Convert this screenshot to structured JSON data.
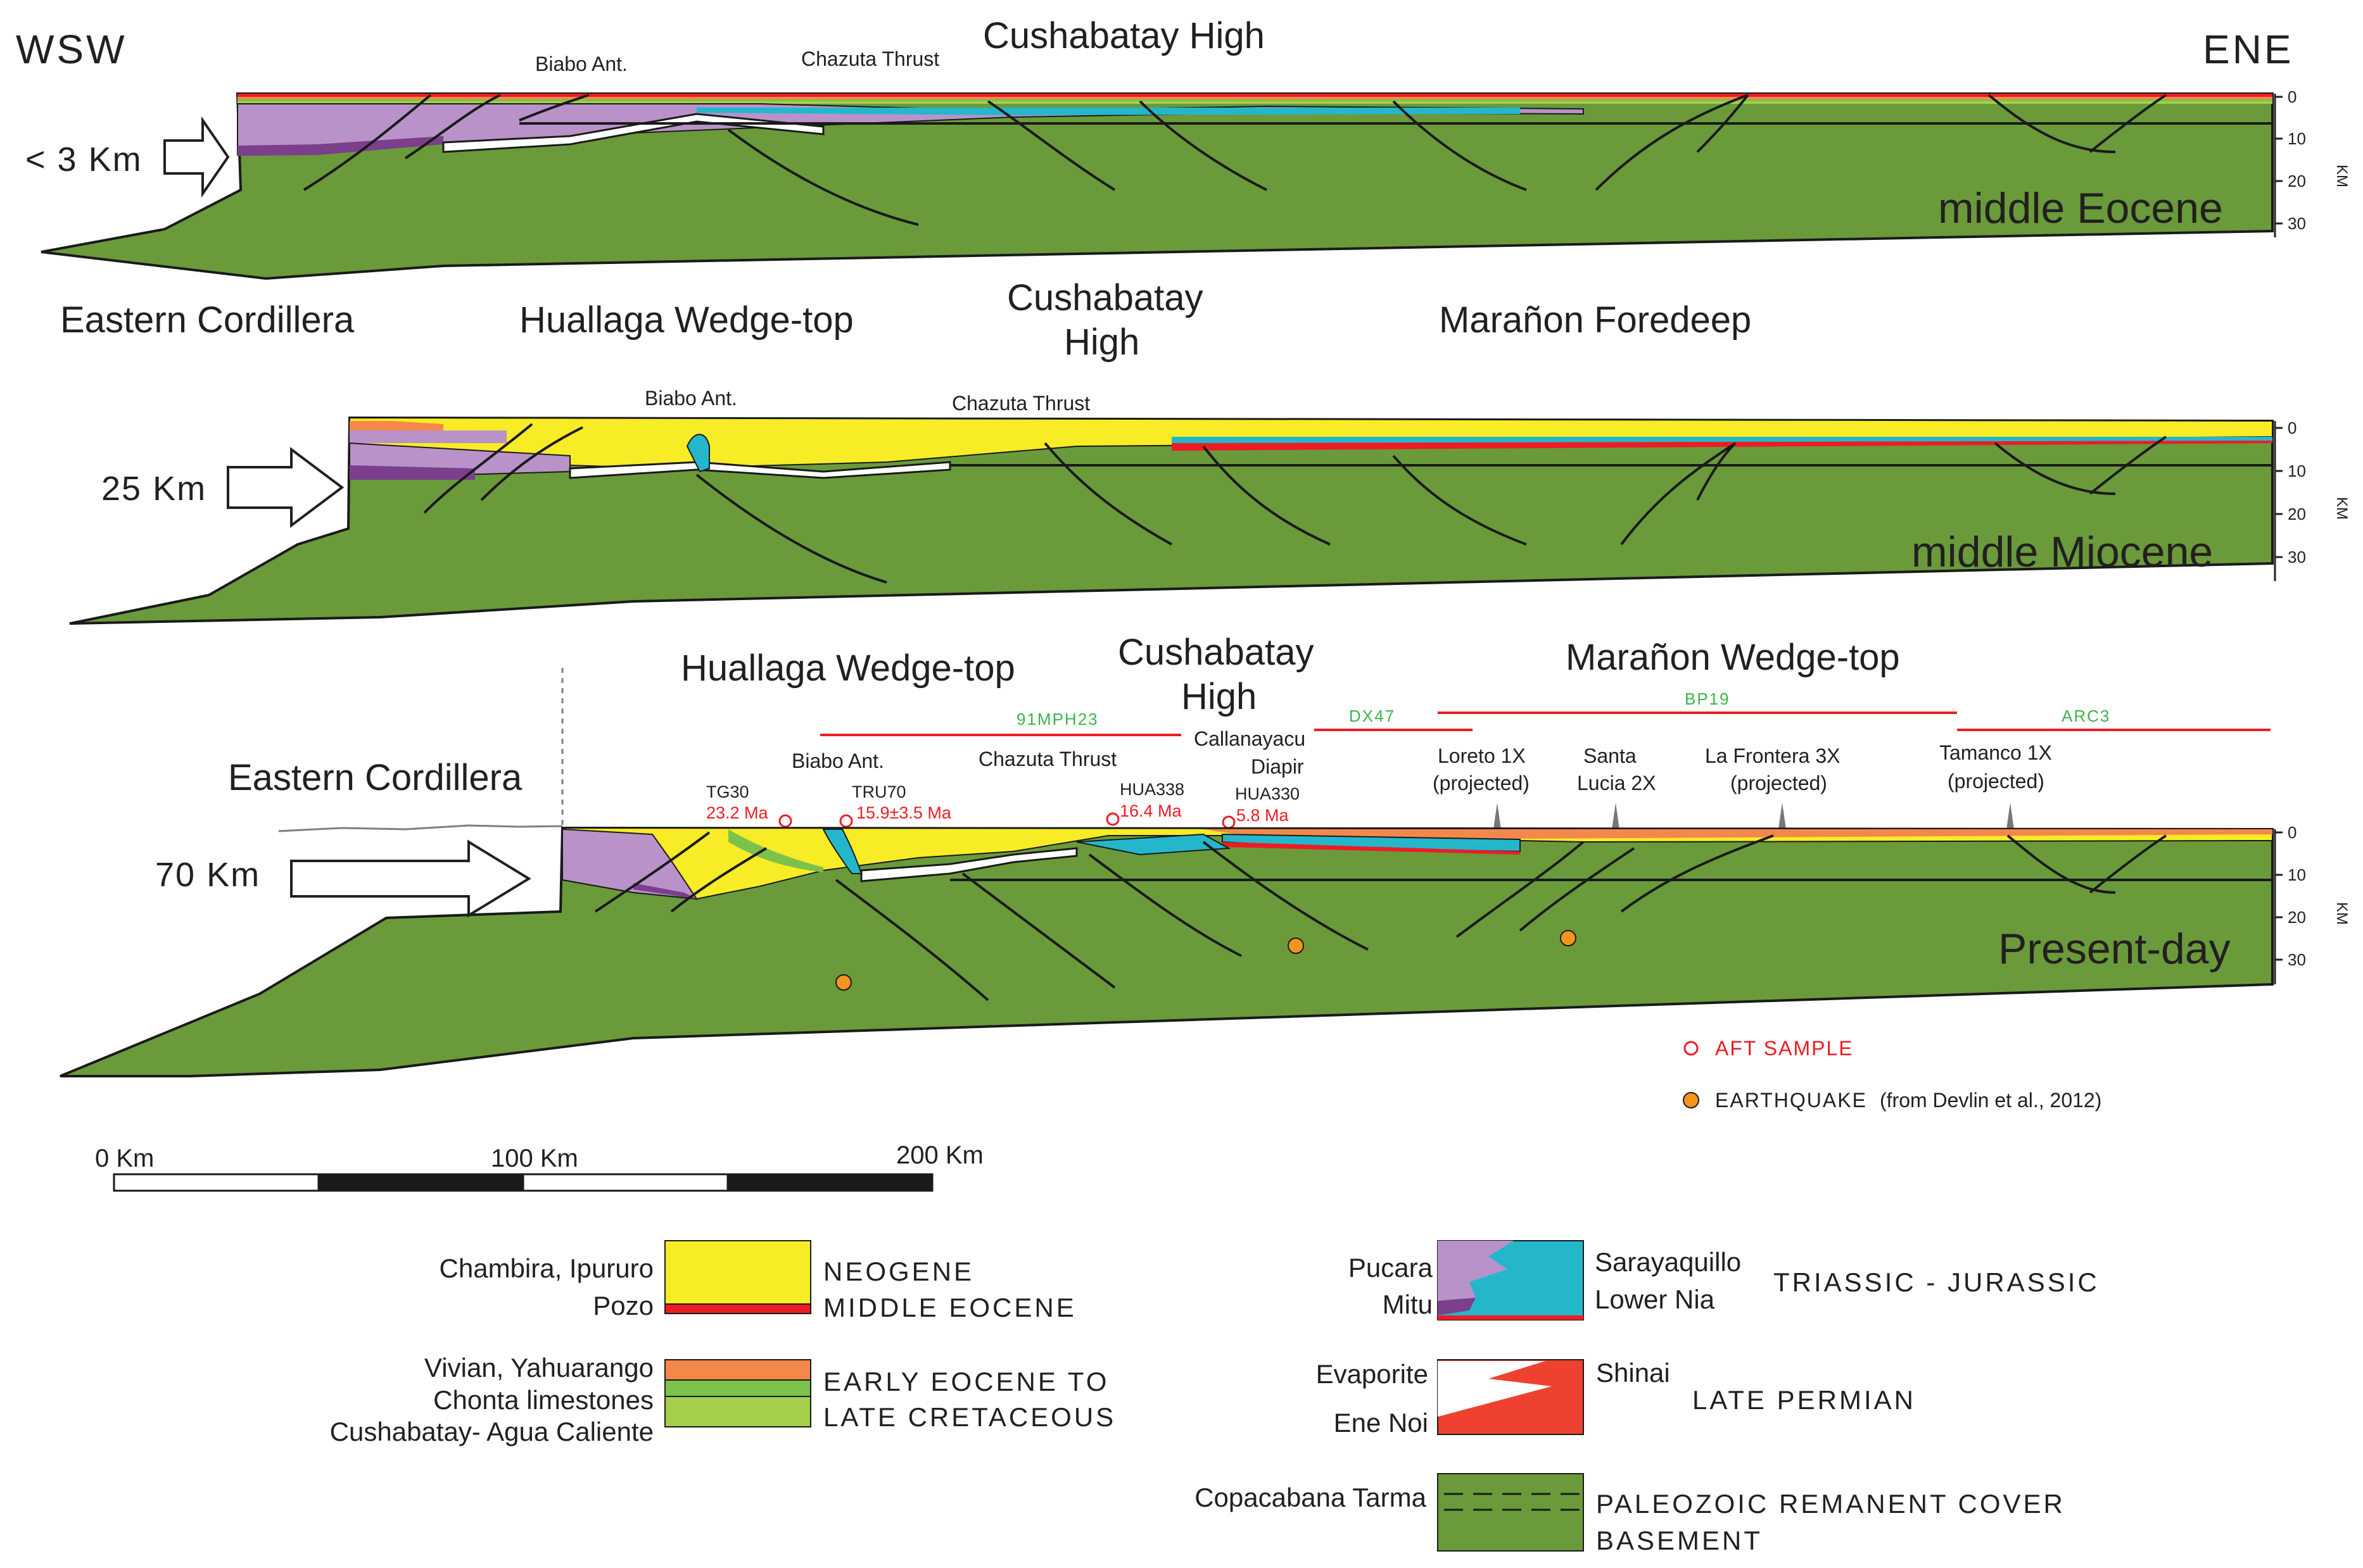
{
  "orientation": {
    "left": "WSW",
    "right": "ENE"
  },
  "depth_axis": {
    "ticks": [
      "0",
      "10",
      "20",
      "30"
    ],
    "unit": "KM"
  },
  "sections": [
    {
      "period": "middle Eocene",
      "shift": "< 3 Km",
      "features": [
        "Biabo Ant.",
        "Chazuta Thrust",
        "Cushabatay High"
      ]
    },
    {
      "period": "middle Miocene",
      "shift": "25 Km",
      "regions": [
        "Eastern Cordillera",
        "Huallaga Wedge-top",
        "Cushabatay",
        "High",
        "Marañon Foredeep"
      ],
      "features": [
        "Biabo Ant.",
        "Chazuta Thrust"
      ]
    },
    {
      "period": "Present-day",
      "shift": "70 Km",
      "regions": [
        "Eastern Cordillera",
        "Huallaga Wedge-top",
        "Cushabatay",
        "High",
        "Marañon Wedge-top"
      ],
      "profiles": [
        {
          "name": "91MPH23",
          "color": "#3cb54a"
        },
        {
          "name": "DX47",
          "color": "#3cb54a"
        },
        {
          "name": "BP19",
          "color": "#3cb54a"
        },
        {
          "name": "ARC3",
          "color": "#3cb54a"
        }
      ],
      "features": [
        "Biabo Ant.",
        "Chazuta Thrust",
        "Callanayacu",
        "Diapir"
      ],
      "wells": [
        "Loreto 1X",
        "(projected)",
        "Santa",
        "Lucia 2X",
        "La Frontera 3X",
        "(projected)",
        "Tamanco 1X",
        "(projected)"
      ],
      "samples": [
        {
          "id": "TG30",
          "age": "23.2 Ma"
        },
        {
          "id": "TRU70",
          "age": "15.9±3.5 Ma"
        },
        {
          "id": "HUA338",
          "age": "16.4 Ma"
        },
        {
          "id": "HUA330",
          "age": "5.8 Ma"
        }
      ]
    }
  ],
  "symbols": {
    "aft": "AFT SAMPLE",
    "earthquake": "EARTHQUAKE",
    "earthquake_source": "(from Devlin et al., 2012)"
  },
  "scale_bar": {
    "labels": [
      "0 Km",
      "100 Km",
      "200 Km"
    ]
  },
  "legend": {
    "neogene": {
      "units": [
        "Chambira, Ipururo",
        "Pozo"
      ],
      "ages": [
        "NEOGENE",
        "MIDDLE EOCENE"
      ]
    },
    "cretaceous": {
      "units": [
        "Vivian, Yahuarango",
        "Chonta limestones",
        "Cushabatay- Agua Caliente"
      ],
      "ages": [
        "EARLY EOCENE TO",
        "LATE CRETACEOUS"
      ]
    },
    "triassic": {
      "left_units": [
        "Pucara",
        "Mitu"
      ],
      "right_units": [
        "Sarayaquillo",
        "Lower Nia"
      ],
      "age": "TRIASSIC  -  JURASSIC"
    },
    "permian": {
      "left_units": [
        "Evaporite",
        "Ene Noi"
      ],
      "right_units": [
        "Shinai"
      ],
      "age": "LATE PERMIAN"
    },
    "paleozoic": {
      "left_units": [
        "Copacabana Tarma"
      ],
      "ages": [
        "PALEOZOIC REMANENT COVER",
        "BASEMENT"
      ]
    }
  },
  "colors": {
    "basement": "#6a9a3a",
    "neogene": "#f7ec26",
    "middle_eocene": "#ed1c24",
    "early_eocene": "#f4884a",
    "chonta": "#7cc24a",
    "cushabatay": "#a5cf4a",
    "pucara": "#b992c9",
    "mitu": "#7b3f8c",
    "sarayaquillo": "#24b7cc",
    "shinai": "#ef4130",
    "aft_symbol": "#ed1c24",
    "earthquake_symbol": "#f7941d"
  }
}
